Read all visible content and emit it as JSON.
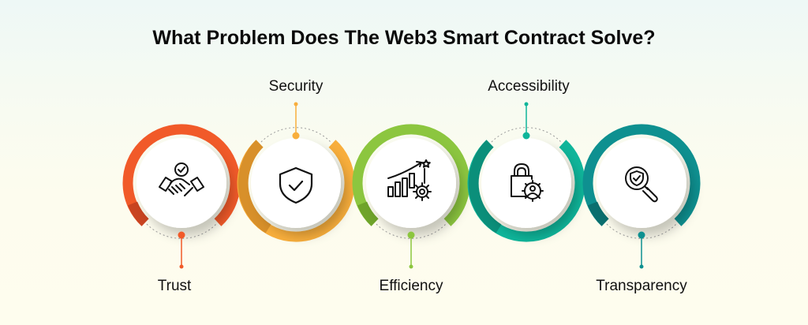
{
  "title": "What Problem Does The Web3 Smart Contract Solve?",
  "items": [
    {
      "label": "Trust",
      "icon": "handshake-check-icon",
      "color": "#f15a29",
      "shade": "#c94421",
      "label_position": "bottom"
    },
    {
      "label": "Security",
      "icon": "shield-check-icon",
      "color": "#f8ae3c",
      "shade": "#d8902a",
      "label_position": "top"
    },
    {
      "label": "Efficiency",
      "icon": "growth-chart-gear-icon",
      "color": "#8cc63f",
      "shade": "#6fa42a",
      "label_position": "bottom"
    },
    {
      "label": "Accessibility",
      "icon": "lock-user-gear-icon",
      "color": "#0fb59a",
      "shade": "#0b8f7a",
      "label_position": "top"
    },
    {
      "label": "Transparency",
      "icon": "magnifier-shield-icon",
      "color": "#0e9090",
      "shade": "#0a6f6f",
      "label_position": "bottom"
    }
  ]
}
